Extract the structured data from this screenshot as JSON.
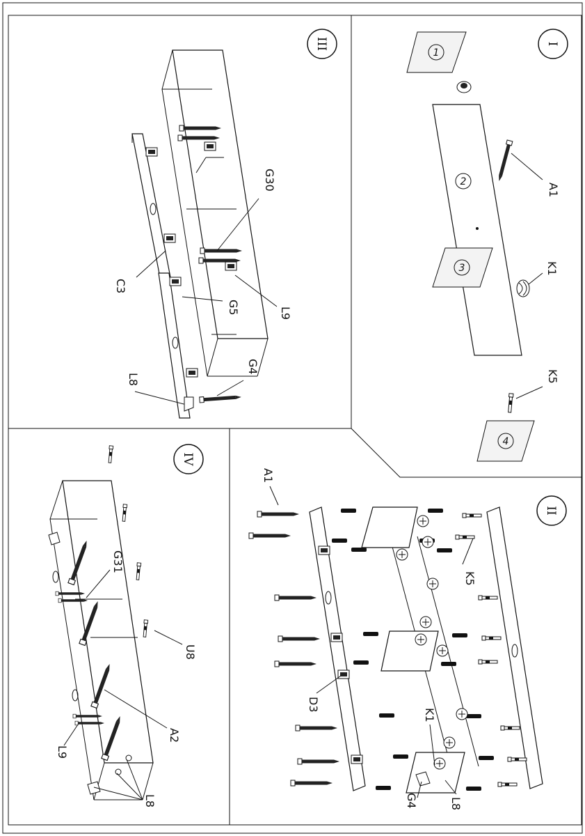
{
  "steps": {
    "s1": {
      "roman": "I",
      "labels": {
        "A1": "A1",
        "K1": "K1",
        "K5": "K5"
      },
      "parts": [
        "1",
        "2",
        "3",
        "4"
      ]
    },
    "s2": {
      "roman": "II",
      "labels": {
        "A1": "A1",
        "K5": "K5",
        "D3": "D3",
        "K1": "K1",
        "G4": "G4",
        "L8": "L8"
      }
    },
    "s3": {
      "roman": "III",
      "labels": {
        "G30": "G30",
        "C3": "C3",
        "G5": "G5",
        "L9": "L9",
        "G4": "G4",
        "L8": "L8"
      }
    },
    "s4": {
      "roman": "IV",
      "labels": {
        "G31": "G31",
        "U8": "U8",
        "A2": "A2",
        "L9": "L9",
        "L8": "L8"
      }
    }
  }
}
